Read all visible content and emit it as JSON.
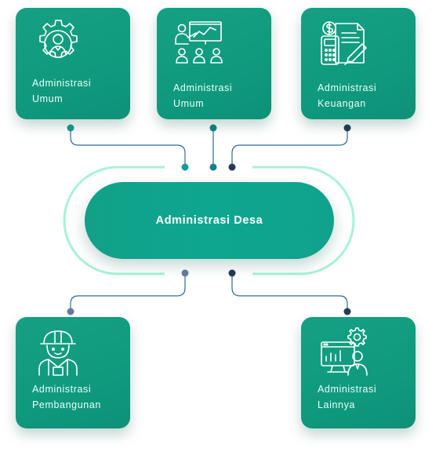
{
  "center": {
    "label": "Administrasi Desa"
  },
  "cards": [
    {
      "line1": "Administrasi",
      "line2": "Umum",
      "icon": "gear-person-icon"
    },
    {
      "line1": "Administrasi",
      "line2": "Umum",
      "icon": "presentation-icon"
    },
    {
      "line1": "Administrasi",
      "line2": "Keuangan",
      "icon": "finance-document-icon"
    },
    {
      "line1": "Administrasi",
      "line2": "Pembangunan",
      "icon": "construction-worker-icon"
    },
    {
      "line1": "Administrasi",
      "line2": "Lainnya",
      "icon": "monitor-person-icon"
    }
  ],
  "colors": {
    "card": "#0f9a7e",
    "hub": "#0ea68f",
    "ring": "#9ff0d8",
    "connector_teal": "#129c93",
    "connector_dark": "#243b53",
    "connector_muted": "#6a7aa0"
  }
}
